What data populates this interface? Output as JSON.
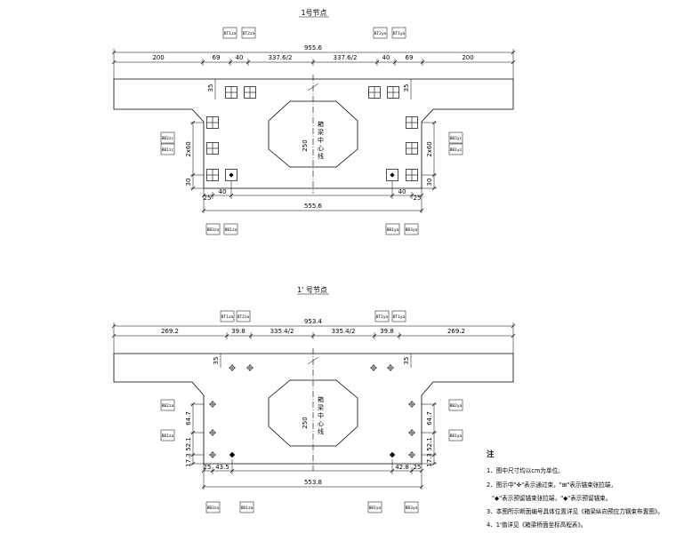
{
  "drawing1": {
    "title": "1号节点",
    "top_tendons": [
      "BT1za",
      "BT2za",
      "BT2ya",
      "BT1ya"
    ],
    "left_tendons": [
      "BB2zc",
      "BB1zc"
    ],
    "right_tendons": [
      "BB2yc",
      "BB1yc"
    ],
    "bottom_tendons": [
      "BB3za",
      "BB1za",
      "BB1ya",
      "BB3ya"
    ],
    "dim_total": "955.6",
    "dims_top": [
      "200",
      "69",
      "40",
      "337.6/2",
      "337.6/2",
      "40",
      "69",
      "200"
    ],
    "dim_35": "35",
    "dim_2x60": "2x60",
    "dim_30": "30",
    "dim_25": "25",
    "dim_40": "40",
    "dim_250": "250",
    "dim_bottom_total": "555.6",
    "centerline": [
      "箱",
      "梁",
      "中",
      "心",
      "线"
    ]
  },
  "drawing2": {
    "title": "1' 号节点",
    "top_tendons": [
      "BT1za",
      "BT2za",
      "BT2ya",
      "BT1ya"
    ],
    "left_tendons": [
      "BB2za",
      "BB1za"
    ],
    "right_tendons": [
      "BB2ya",
      "BB1ya"
    ],
    "bottom_tendons": [
      "BB3za",
      "BB1za",
      "BB1ya",
      "BB3ya"
    ],
    "dim_total": "953.4",
    "dims_top": [
      "269.2",
      "39.8",
      "335.4/2",
      "335.4/2",
      "39.8",
      "269.2"
    ],
    "dim_35": "35",
    "dim_64_7": "64.7",
    "dim_52_1": "52.1",
    "dim_17_3": "17.3",
    "dim_25": "25",
    "dim_43_5": "43.5",
    "dim_42_8": "42.8",
    "dim_250": "250",
    "dim_bottom_total": "553.8",
    "centerline": [
      "箱",
      "梁",
      "中",
      "心",
      "线"
    ]
  },
  "notes": {
    "heading": "注",
    "lines": [
      "1、图中尺寸均以cm为单位。",
      "2、图示中\"✜\"表示通过束，\"⊞\"表示锚束张拉端，",
      "\"◆\"表示预留锚束张拉端，\"◆\"表示预留锚束。",
      "3、本图所示断面编号具体位置详见《箱梁纵向预应力钢束布置图》。",
      "4、1'值详见《箱梁桥面坐标高程表》。"
    ]
  }
}
